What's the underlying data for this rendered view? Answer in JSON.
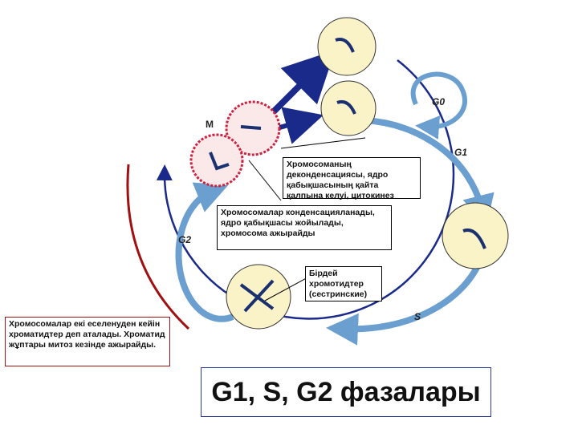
{
  "phases": {
    "m": "M",
    "g0": "G0",
    "g1": "G1",
    "s": "S",
    "g2": "G2"
  },
  "boxes": {
    "decondensation": "Хромосоманың деконденсациясы, ядро қабықшасының қайта қалпына келуі, цитокинез",
    "condensation": "Хромосомалар конденсацияланады, ядро қабықшасы жойылады, хромосома ажырайды",
    "chromatids": "Бірдей хромотидтер (сестринские)",
    "doubling": "Хромосомалар екі еселенуден кейін хроматидтер деп аталады. Хроматид жұптары митоз кезінде ажырайды."
  },
  "title": "G1, S, G2 фазалары",
  "colors": {
    "outer_arc": "#1a2a8a",
    "cycle_arrow": "#6a9fd0",
    "red_arc": "#a01010",
    "m_cell": "#d02040"
  }
}
